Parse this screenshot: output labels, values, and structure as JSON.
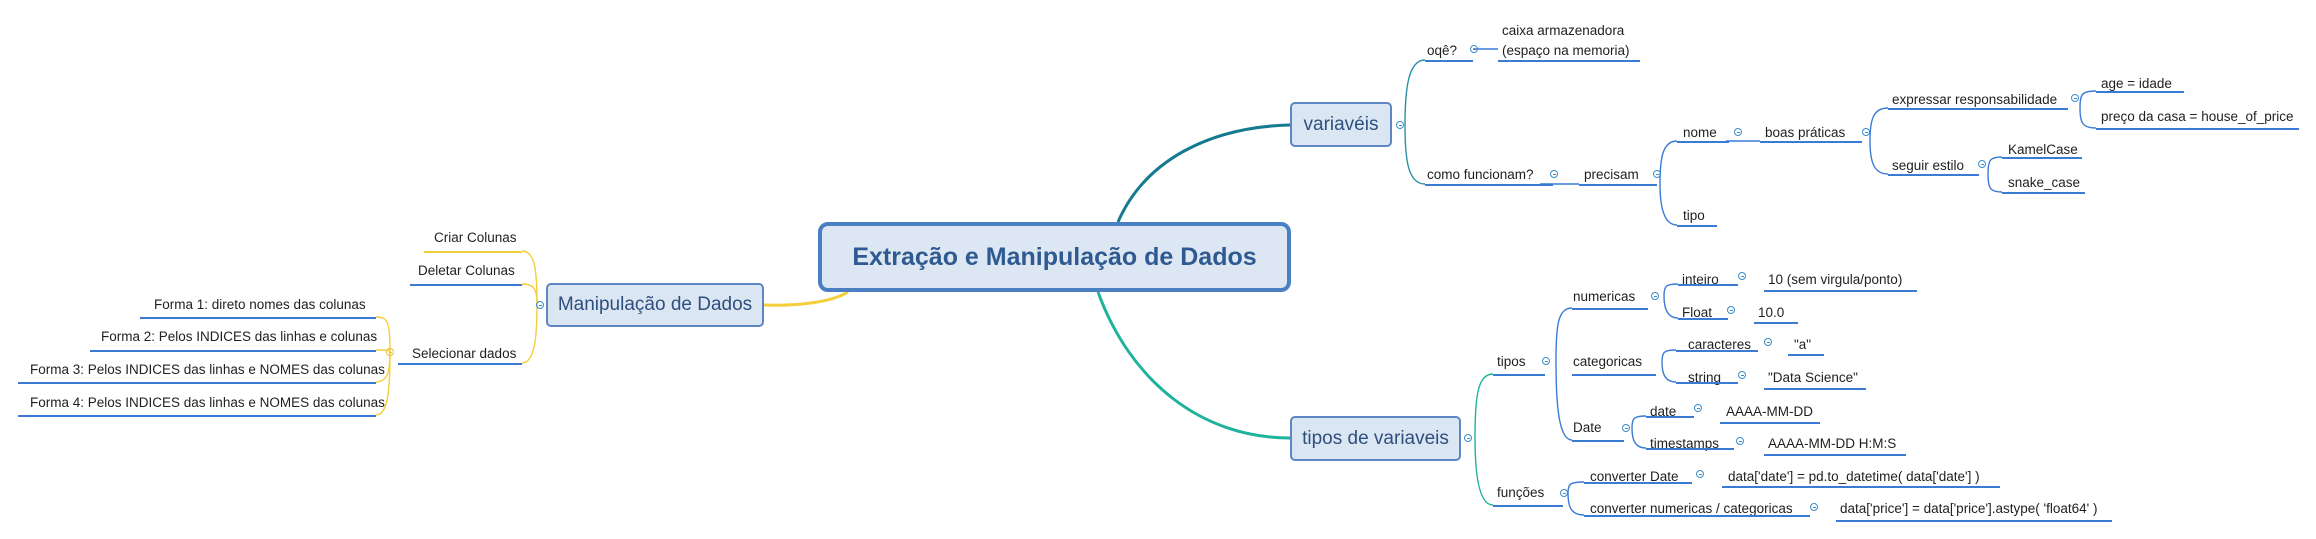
{
  "root": "Extração e Manipulação de Dados",
  "variaveis": {
    "title": "variavéis",
    "oque": "oqê?",
    "caixa_line1": "caixa armazenadora",
    "caixa_line2": "(espaço na memoria)",
    "como": "como funcionam?",
    "precisam": "precisam",
    "nome": "nome",
    "tipo": "tipo",
    "boas": "boas práticas",
    "expressar": "expressar responsabilidade",
    "age": "age = idade",
    "preco": "preço da casa = house_of_price",
    "seguir": "seguir estilo",
    "kamel": "KamelCase",
    "snake": "snake_case"
  },
  "tipos_variaveis": {
    "title": "tipos de variaveis",
    "tipos": "tipos",
    "numericas": "numericas",
    "inteiro": "inteiro",
    "inteiro_val": "10 (sem virgula/ponto)",
    "float": "Float",
    "float_val": "10.0",
    "categoricas": "categoricas",
    "caracteres": "caracteres",
    "caracteres_val": "\"a\"",
    "string": "string",
    "string_val": "\"Data Science\"",
    "date": "Date",
    "date_sub": "date",
    "date_val": "AAAA-MM-DD",
    "timestamps": "timestamps",
    "timestamps_val": "AAAA-MM-DD H:M:S",
    "funcoes": "funções",
    "converter_date": "converter Date",
    "converter_date_val": "data['date'] = pd.to_datetime( data['date']  )",
    "converter_num": "converter numericas / categoricas",
    "converter_num_val": "data['price'] = data['price'].astype( 'float64' )"
  },
  "manipulacao": {
    "title": "Manipulação de Dados",
    "criar": "Criar Colunas",
    "deletar": "Deletar Colunas",
    "selecionar": "Selecionar dados",
    "forma1": "Forma 1: direto nomes das colunas",
    "forma2": "Forma 2: Pelos INDICES das linhas e colunas",
    "forma3": "Forma 3: Pelos INDICES das linhas e NOMES das colunas",
    "forma4": "Forma 4: Pelos INDICES das linhas e NOMES das colunas"
  },
  "colors": {
    "branch_blue": "#3a7bd5",
    "branch_teal_top": "#137a8f",
    "branch_teal_bottom": "#1fb39b",
    "branch_yellow": "#f2cf3b",
    "node_fill": "#dbe6f3",
    "node_border": "#5d86c2"
  }
}
